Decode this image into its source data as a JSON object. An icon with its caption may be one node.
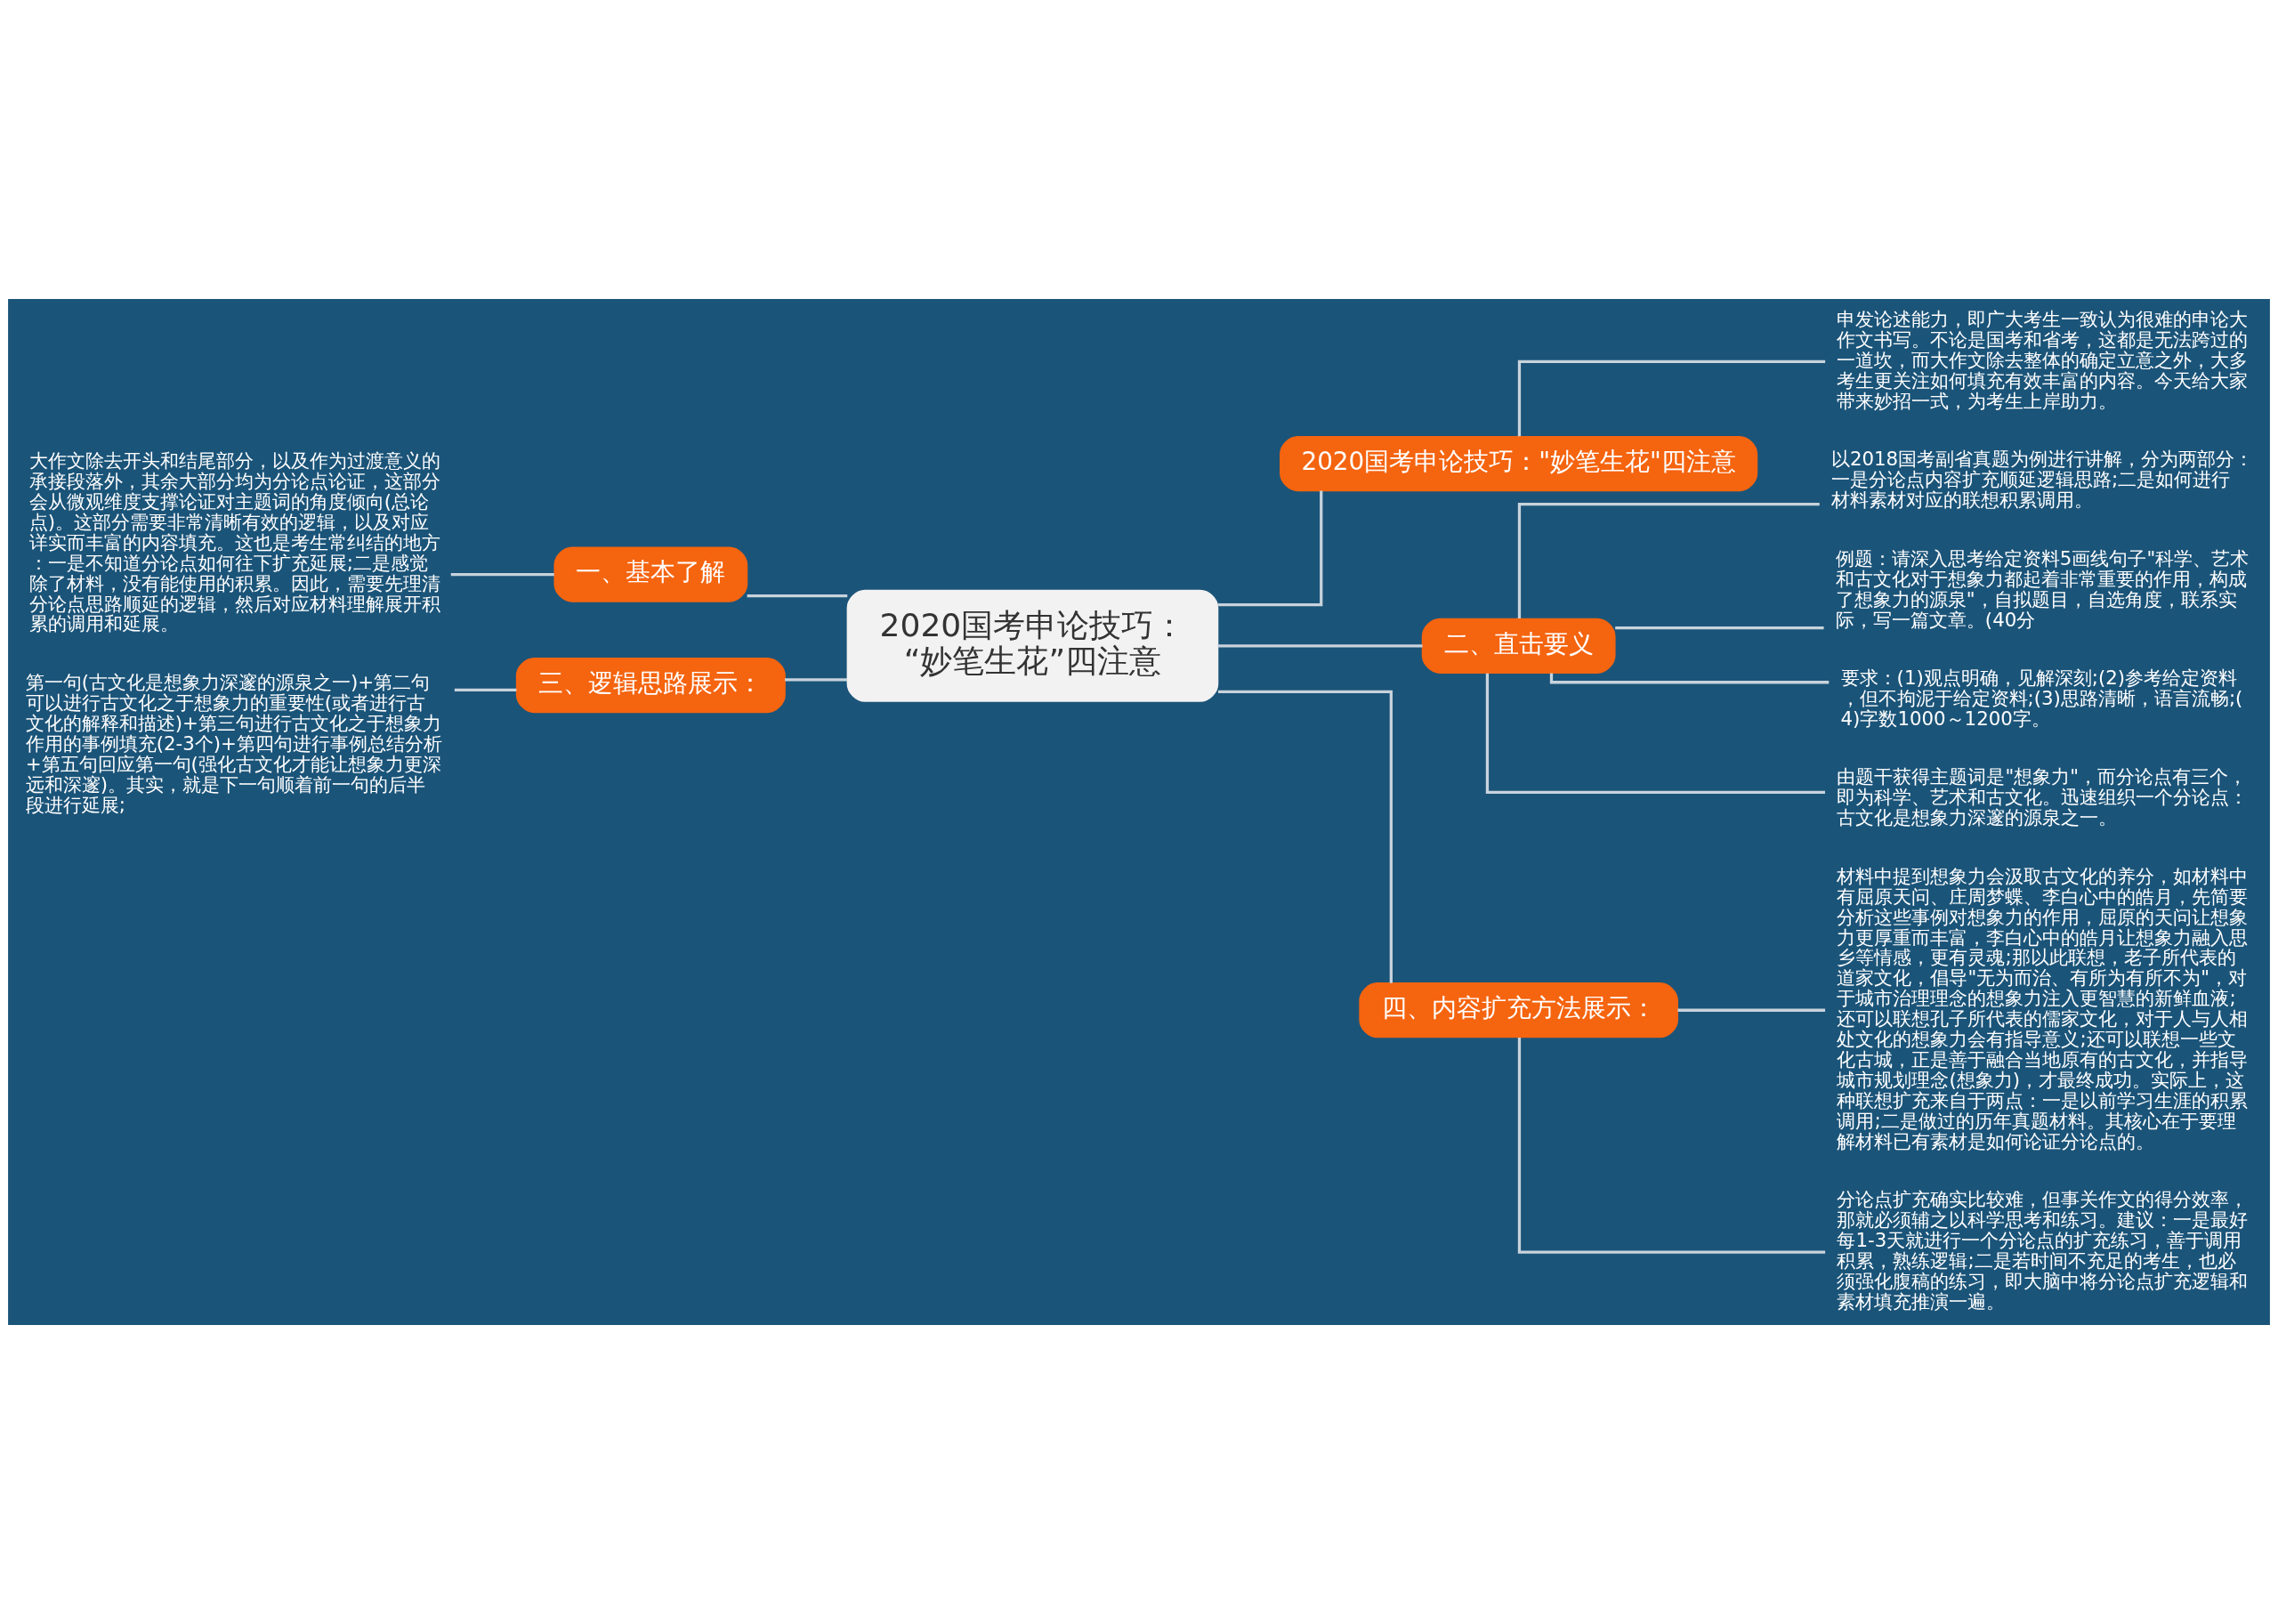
{
  "diagram": {
    "nodes": [
      {
        "text": [
          "2020国考申论技巧：“妙笔生花”四注意"
        ]
      },
      {
        "text": [
          "2020国考申论技巧：\"妙笔生花\"四注意"
        ]
      },
      {
        "text": [
          "申发论述能力，即广大考生一致认为很难的申论大作文书写。不论是国考和省考，这都是无法跨过的一道坎，而大作文除去整体的确定立意之外，大多考生更关注如何填充有效丰富的内容。今天给大家带来妙招一式，为考生上岸助力。"
        ]
      },
      {
        "text": [
          "一、基本了解"
        ]
      },
      {
        "text": [
          "大作文除去开头和结尾部分，以及作为过渡意义的承接段落外，其余大部分均为分论点论证，这部分会从微观维度支撑论证对主题词的角度倾向(总论点)。这部分需要非常清晰有效的逻辑，以及对应详实而丰富的内容填充。这也是考生常纠结的地方：一是不知道分论点如何往下扩充延展;二是感觉除了材料，没有能使用的积累。因此，需要先理清分论点思路顺延的逻辑，然后对应材料理解展开积累的调用和延展。"
        ]
      },
      {
        "text": [
          "三、逻辑思路展示："
        ]
      },
      {
        "text": [
          "第一句(古文化是想象力深邃的源泉之一)+第二句可以进行古文化之于想象力的重要性(或者进行古文化的解释和描述)+第三句进行古文化之于想象力作用的事例填充(2-3个)+第四句进行事例总结分析+第五句回应第一句(强化古文化才能让想象力更深远和深邃)。其实，就是下一句顺着前一句的后半段进行延展;"
        ]
      },
      {
        "text": [
          "二、直击要义"
        ]
      },
      {
        "text": [
          "以2018国考副省真题为例进行讲解，分为两部分：一是分论点内容扩充顺延逻辑思路;二是如何进行材料素材对应的联想积累调用。"
        ]
      },
      {
        "text": [
          "例题：请深入思考给定资料5画线句子\"科学、艺术和古文化对于想象力都起着非常重要的作用，构成了想象力的源泉\"，自拟题目，自选角度，联系实际，写一篇文章。(40分"
        ]
      },
      {
        "text": [
          "要求：(1)观点明确，见解深刻;(2)参考给定资料，但不拘泥于给定资料;(3)思路清晰，语言流畅;(4)字数1000～1200字。"
        ]
      },
      {
        "text": [
          "由题干获得主题词是\"想象力\"，而分论点有三个，即为科学、艺术和古文化。迅速组织一个分论点：古文化是想象力深邃的源泉之一。"
        ]
      },
      {
        "text": [
          "四、内容扩充方法展示："
        ]
      },
      {
        "text": [
          "材料中提到想象力会汲取古文化的养分，如材料中有屈原天问、庄周梦蝶、李白心中的皓月，先简要分析这些事例对想象力的作用，屈原的天问让想象力更厚重而丰富，李白心中的皓月让想象力融入思乡等情感，更有灵魂;那以此联想，老子所代表的道家文化，倡导\"无为而治、有所为有所不为\"，对于城市治理理念的想象力注入更智慧的新鲜血液;还可以联想孔子所代表的儒家文化，对于人与人相处文化的想象力会有指导意义;还可以联想一些文化古城，正是善于融合当地原有的古文化，并指导城市规划理念(想象力)，才最终成功。实际上，这种联想扩充来自于两点：一是以前学习生涯的积累调用;二是做过的历年真题材料。其核心在于要理解材料已有素材是如何论证分论点的。"
        ]
      },
      {
        "text": [
          "分论点扩充确实比较难，但事关作文的得分效率，那就必须辅之以科学思考和练习。建议：一是最好每1-3天就进行一个分论点的扩充练习，善于调用积累，熟练逻辑;二是若时间不充足的考生，也必须强化腹稿的练习，即大脑中将分论点扩充逻辑和素材填充推演一遍。"
        ]
      }
    ],
    "edges": [
      {
        "from": 0,
        "to": 1,
        "arrow": "none"
      },
      {
        "from": 1,
        "to": 2,
        "arrow": "none"
      },
      {
        "from": 0,
        "to": 3,
        "arrow": "none"
      },
      {
        "from": 3,
        "to": 4,
        "arrow": "none"
      },
      {
        "from": 0,
        "to": 5,
        "arrow": "none"
      },
      {
        "from": 5,
        "to": 6,
        "arrow": "none"
      },
      {
        "from": 0,
        "to": 7,
        "arrow": "none"
      },
      {
        "from": 7,
        "to": 8,
        "arrow": "none"
      },
      {
        "from": 7,
        "to": 9,
        "arrow": "none"
      },
      {
        "from": 7,
        "to": 10,
        "arrow": "none"
      },
      {
        "from": 7,
        "to": 11,
        "arrow": "none"
      },
      {
        "from": 0,
        "to": 12,
        "arrow": "none"
      },
      {
        "from": 12,
        "to": 13,
        "arrow": "none"
      },
      {
        "from": 12,
        "to": 14,
        "arrow": "none"
      }
    ]
  }
}
